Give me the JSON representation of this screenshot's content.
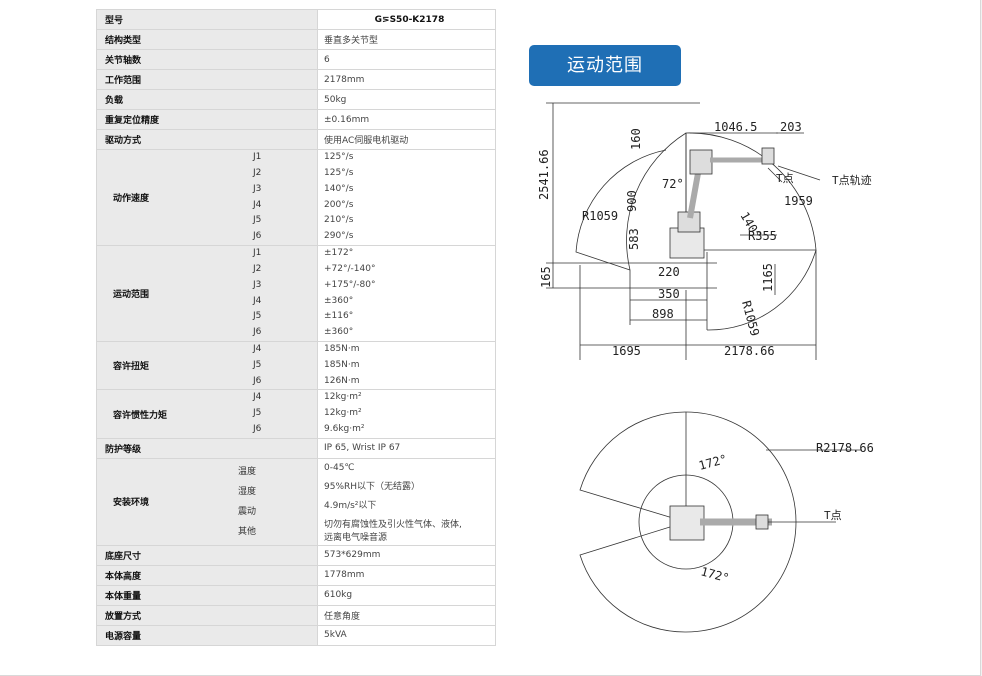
{
  "header": {
    "label": "型号",
    "model": "G⋝S50-K2178"
  },
  "rows_a": [
    {
      "label": "结构类型",
      "value": "垂直多关节型"
    },
    {
      "label": "关节轴数",
      "value": "6"
    },
    {
      "label": "工作范围",
      "value": "2178mm"
    },
    {
      "label": "负载",
      "value": "50kg"
    },
    {
      "label": "重复定位精度",
      "value": "±0.16mm"
    },
    {
      "label": "驱动方式",
      "value": "使用AC伺服电机驱动"
    }
  ],
  "speed": {
    "label": "动作速度",
    "subs": [
      "J1",
      "J2",
      "J3",
      "J4",
      "J5",
      "J6"
    ],
    "values": [
      "125°/s",
      "125°/s",
      "140°/s",
      "200°/s",
      "210°/s",
      "290°/s"
    ]
  },
  "range": {
    "label": "运动范围",
    "subs": [
      "J1",
      "J2",
      "J3",
      "J4",
      "J5",
      "J6"
    ],
    "values": [
      "±172°",
      "+72°/-140°",
      "+175°/-80°",
      "±360°",
      "±116°",
      "±360°"
    ]
  },
  "torque": {
    "label": "容许扭矩",
    "subs": [
      "J4",
      "J5",
      "J6"
    ],
    "values": [
      "185N·m",
      "185N·m",
      "126N·m"
    ]
  },
  "inertia": {
    "label": "容许惯性力矩",
    "subs": [
      "J4",
      "J5",
      "J6"
    ],
    "values": [
      "12kg·m²",
      "12kg·m²",
      "9.6kg·m²"
    ]
  },
  "protection": {
    "label": "防护等级",
    "value": "IP 65, Wrist IP 67"
  },
  "env": {
    "label": "安装环境",
    "subs": [
      "温度",
      "湿度",
      "震动",
      "其他"
    ],
    "values": [
      "0-45℃",
      "95%RH以下（无结露）",
      "4.9m/s²以下",
      "切勿有腐蚀性及引火性气体、液体,",
      "远离电气噪音源"
    ]
  },
  "rows_b": [
    {
      "label": "底座尺寸",
      "value": "573*629mm"
    },
    {
      "label": "本体高度",
      "value": "1778mm"
    },
    {
      "label": "本体重量",
      "value": "610kg"
    },
    {
      "label": "放置方式",
      "value": "任意角度"
    },
    {
      "label": "电源容量",
      "value": "5kVA"
    }
  ],
  "diagram": {
    "title": "运动范围",
    "side": {
      "dims": [
        "1046.5",
        "203",
        "160",
        "2541.66",
        "72°",
        "900",
        "R1059",
        "1959",
        "140°",
        "R355",
        "583",
        "220",
        "1165",
        "165",
        "350",
        "898",
        "R1059",
        "1695",
        "2178.66"
      ],
      "labels": [
        "T点",
        "T点轨迹"
      ]
    },
    "top": {
      "dims": [
        "R2178.66",
        "172°",
        "172°"
      ],
      "labels": [
        "T点"
      ]
    }
  }
}
